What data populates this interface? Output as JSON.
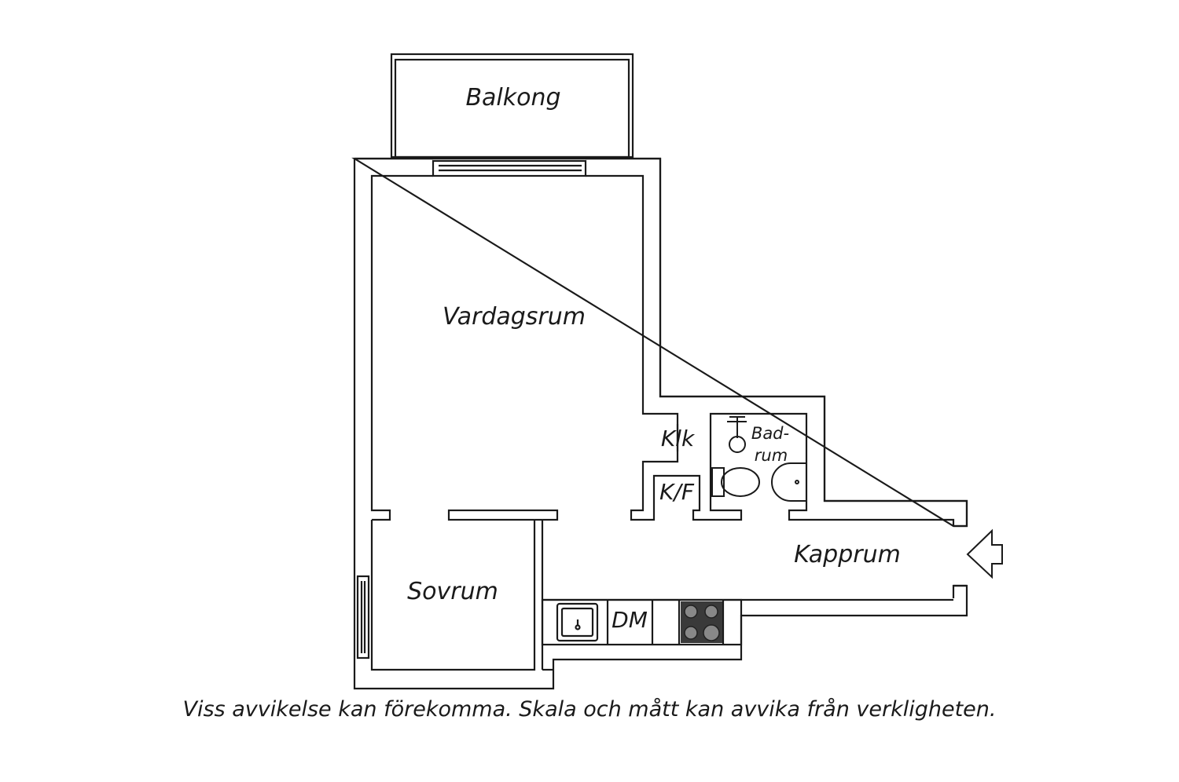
{
  "rooms": {
    "balcony": "Balkong",
    "living_room": "Vardagsrum",
    "closet": "Klk",
    "bathroom_line1": "Bad-",
    "bathroom_line2": "rum",
    "fridge_freezer": "K/F",
    "hallway": "Kapprum",
    "bedroom": "Sovrum",
    "dishwasher": "DM"
  },
  "icons": [
    "entrance-arrow-icon",
    "sink-icon",
    "stove-icon",
    "toilet-icon",
    "washbasin-icon",
    "shower-icon"
  ],
  "disclaimer": "Viss avvikelse kan förekomma. Skala och mått kan avvika från verkligheten."
}
